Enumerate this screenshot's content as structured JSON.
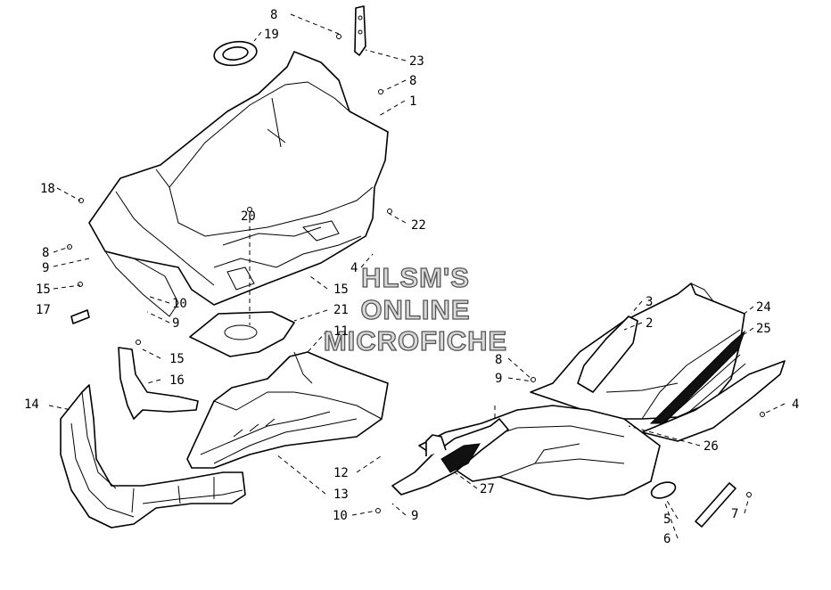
{
  "watermark": {
    "line1": "HLSM'S",
    "line2": "ONLINE",
    "line3": "MICROFICHE"
  },
  "callouts": [
    {
      "id": "c8a",
      "text": "8"
    },
    {
      "id": "c19",
      "text": "19"
    },
    {
      "id": "c23",
      "text": "23"
    },
    {
      "id": "c8b",
      "text": "8"
    },
    {
      "id": "c1",
      "text": "1"
    },
    {
      "id": "c18",
      "text": "18"
    },
    {
      "id": "c20",
      "text": "20"
    },
    {
      "id": "c22",
      "text": "22"
    },
    {
      "id": "c8c",
      "text": "8"
    },
    {
      "id": "c9a",
      "text": "9"
    },
    {
      "id": "c4a",
      "text": "4"
    },
    {
      "id": "c15a",
      "text": "15"
    },
    {
      "id": "c15b",
      "text": "15"
    },
    {
      "id": "c10a",
      "text": "10"
    },
    {
      "id": "c17",
      "text": "17"
    },
    {
      "id": "c9b",
      "text": "9"
    },
    {
      "id": "c21",
      "text": "21"
    },
    {
      "id": "c11",
      "text": "11"
    },
    {
      "id": "c3",
      "text": "3"
    },
    {
      "id": "c2",
      "text": "2"
    },
    {
      "id": "c24",
      "text": "24"
    },
    {
      "id": "c25",
      "text": "25"
    },
    {
      "id": "c15c",
      "text": "15"
    },
    {
      "id": "c16",
      "text": "16"
    },
    {
      "id": "c8d",
      "text": "8"
    },
    {
      "id": "c9c",
      "text": "9"
    },
    {
      "id": "c14",
      "text": "14"
    },
    {
      "id": "c4b",
      "text": "4"
    },
    {
      "id": "c26",
      "text": "26"
    },
    {
      "id": "c12",
      "text": "12"
    },
    {
      "id": "c13",
      "text": "13"
    },
    {
      "id": "c27",
      "text": "27"
    },
    {
      "id": "c10b",
      "text": "10"
    },
    {
      "id": "c9d",
      "text": "9"
    },
    {
      "id": "c5",
      "text": "5"
    },
    {
      "id": "c6",
      "text": "6"
    },
    {
      "id": "c7",
      "text": "7"
    }
  ]
}
